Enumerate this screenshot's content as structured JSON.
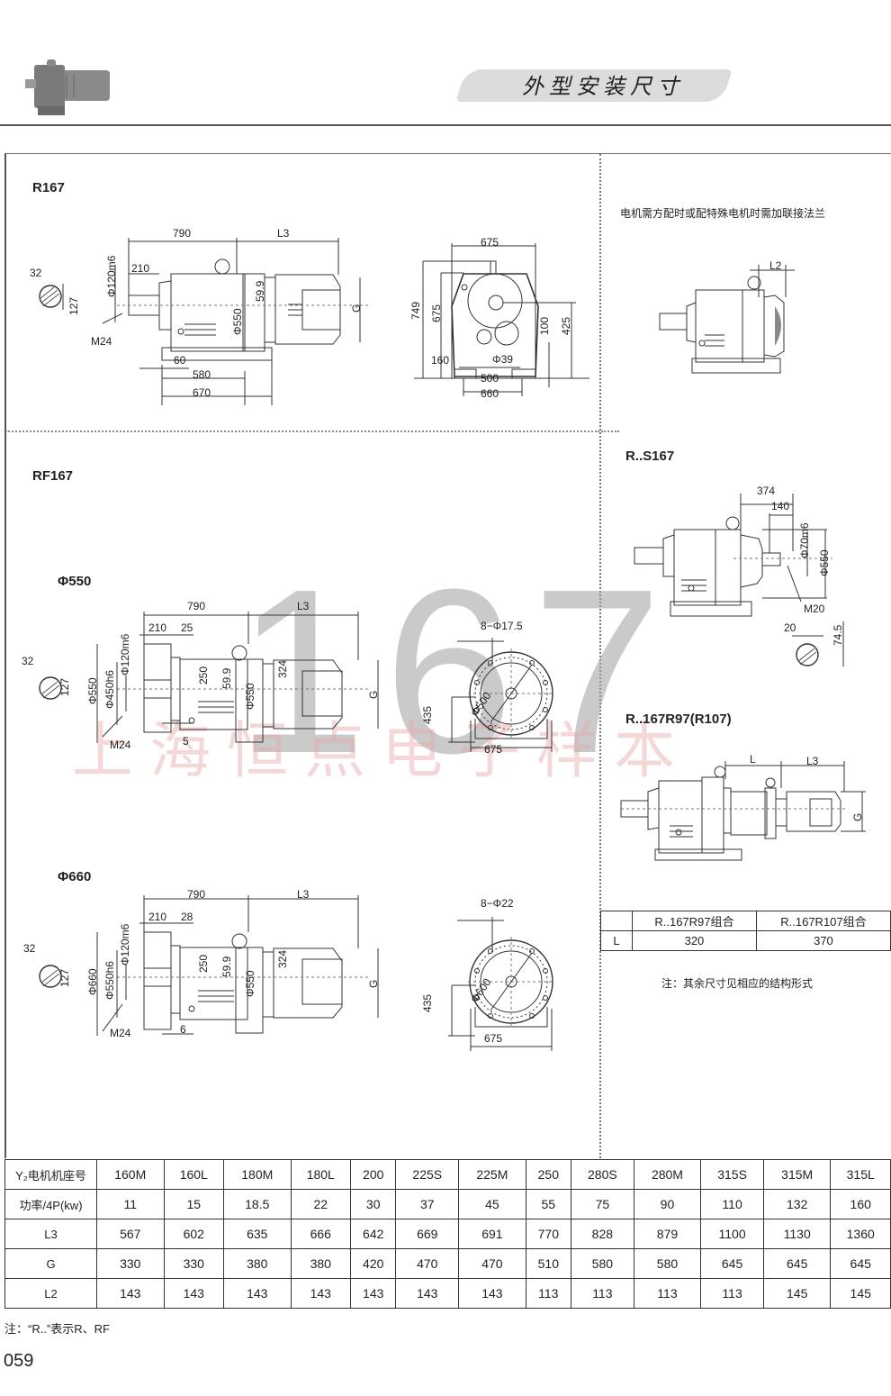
{
  "header": {
    "title": "外型安装尺寸",
    "product_icon": "gear-motor-icon"
  },
  "watermark": {
    "number": "167",
    "text": "上海恒点电子样本"
  },
  "r167": {
    "label": "R167",
    "side_view": {
      "shaft_key_width": "32",
      "shaft_key_height": "127",
      "dim_790": "790",
      "dim_l3": "L3",
      "dim_shaft_dia": "Φ120m6",
      "dim_210": "210",
      "dim_thread": "M24",
      "dim_flange": "Φ550",
      "dim_59_9": "59.9",
      "dim_g": "G",
      "dim_60": "60",
      "dim_580": "580",
      "dim_670": "670"
    },
    "end_view": {
      "dim_675_top": "675",
      "dim_749": "749",
      "dim_675_side": "675",
      "dim_100": "100",
      "dim_425": "425",
      "dim_160": "160",
      "dim_hole": "Φ39",
      "dim_500": "500",
      "dim_660": "660"
    }
  },
  "adapter": {
    "note": "电机需方配时或配特殊电机时需加联接法兰",
    "dim_l2": "L2"
  },
  "rf167": {
    "label": "RF167",
    "phi550": {
      "label": "Φ550",
      "shaft_key_width": "32",
      "shaft_key_height": "127",
      "dim_790": "790",
      "dim_l3": "L3",
      "dim_210": "210",
      "dim_25": "25",
      "dim_shaft_dia": "Φ120m6",
      "dim_flange_outer": "Φ550",
      "dim_spigot": "Φ450h6",
      "dim_250": "250",
      "dim_59_9": "59.9",
      "dim_550": "Φ550",
      "dim_324": "324",
      "dim_g": "G",
      "dim_thread": "M24",
      "dim_5": "5",
      "end_holes": "8−Φ17.5",
      "end_pcd": "Φ500",
      "end_435": "435",
      "end_675": "675"
    },
    "phi660": {
      "label": "Φ660",
      "shaft_key_width": "32",
      "shaft_key_height": "127",
      "dim_790": "790",
      "dim_l3": "L3",
      "dim_210": "210",
      "dim_28": "28",
      "dim_shaft_dia": "Φ120m6",
      "dim_flange_outer": "Φ660",
      "dim_spigot": "Φ550h6",
      "dim_250": "250",
      "dim_59_9": "59.9",
      "dim_550": "Φ550",
      "dim_324": "324",
      "dim_g": "G",
      "dim_thread": "M24",
      "dim_6": "6",
      "end_holes": "8−Φ22",
      "end_pcd": "Φ600",
      "end_435": "435",
      "end_675": "675"
    }
  },
  "rs167": {
    "label": "R..S167",
    "dim_374": "374",
    "dim_140": "140",
    "dim_shaft_dia": "Φ70m6",
    "dim_550": "Φ550",
    "dim_thread": "M20",
    "key_width": "20",
    "key_height": "74.5"
  },
  "r167r97": {
    "label": "R..167R97(R107)",
    "dim_l": "L",
    "dim_l3": "L3",
    "dim_g": "G",
    "table": {
      "headers": [
        "",
        "R..167R97组合",
        "R..167R107组合"
      ],
      "rows": [
        [
          "L",
          "320",
          "370"
        ]
      ]
    },
    "note": "注：其余尺寸见相应的结构形式"
  },
  "spec_table": {
    "rows": [
      {
        "label": "Y₂电机机座号",
        "values": [
          "160M",
          "160L",
          "180M",
          "180L",
          "200",
          "225S",
          "225M",
          "250",
          "280S",
          "280M",
          "315S",
          "315M",
          "315L"
        ]
      },
      {
        "label": "功率/4P(kw)",
        "values": [
          "11",
          "15",
          "18.5",
          "22",
          "30",
          "37",
          "45",
          "55",
          "75",
          "90",
          "110",
          "132",
          "160"
        ]
      },
      {
        "label": "L3",
        "values": [
          "567",
          "602",
          "635",
          "666",
          "642",
          "669",
          "691",
          "770",
          "828",
          "879",
          "1100",
          "1130",
          "1360"
        ]
      },
      {
        "label": "G",
        "values": [
          "330",
          "330",
          "380",
          "380",
          "420",
          "470",
          "470",
          "510",
          "580",
          "580",
          "645",
          "645",
          "645"
        ]
      },
      {
        "label": "L2",
        "values": [
          "143",
          "143",
          "143",
          "143",
          "143",
          "143",
          "143",
          "113",
          "113",
          "113",
          "113",
          "145",
          "145"
        ]
      }
    ]
  },
  "footer": {
    "note": "注：“R..”表示R、RF",
    "page_number": "059"
  }
}
